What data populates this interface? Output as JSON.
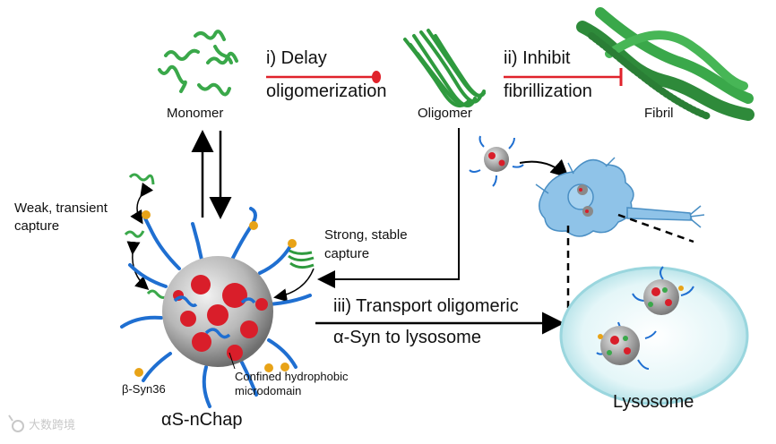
{
  "labels": {
    "monomer": "Monomer",
    "oligomer": "Oligomer",
    "fibril": "Fibril",
    "delay_line1": "i) Delay",
    "delay_line2": "oligomerization",
    "inhibit_line1": "ii) Inhibit",
    "inhibit_line2": "fibrillization",
    "weak_line1": "Weak, transient",
    "weak_line2": "capture",
    "strong_line1": "Strong, stable",
    "strong_line2": "capture",
    "transport_line1": "iii) Transport oligomeric",
    "transport_line2": "α-Syn to lysosome",
    "beta_syn": "β-Syn36",
    "confined_line1": "Confined hydrophobic",
    "confined_line2": "microdomain",
    "nchap": "αS-nChap",
    "lysosome": "Lysosome",
    "watermark": "大数跨境"
  },
  "colors": {
    "green": "#3aa84a",
    "blue": "#1f6fd1",
    "red": "#d91e2a",
    "inhibit_red": "#e0222b",
    "gold": "#e8a317",
    "neuron": "#8fc3e8",
    "lysosome": "#cdeef2"
  },
  "icons": [
    "monomer-coils",
    "oligomer-bundle",
    "fibril-braid",
    "nanoparticle",
    "neuron",
    "lysosome"
  ]
}
